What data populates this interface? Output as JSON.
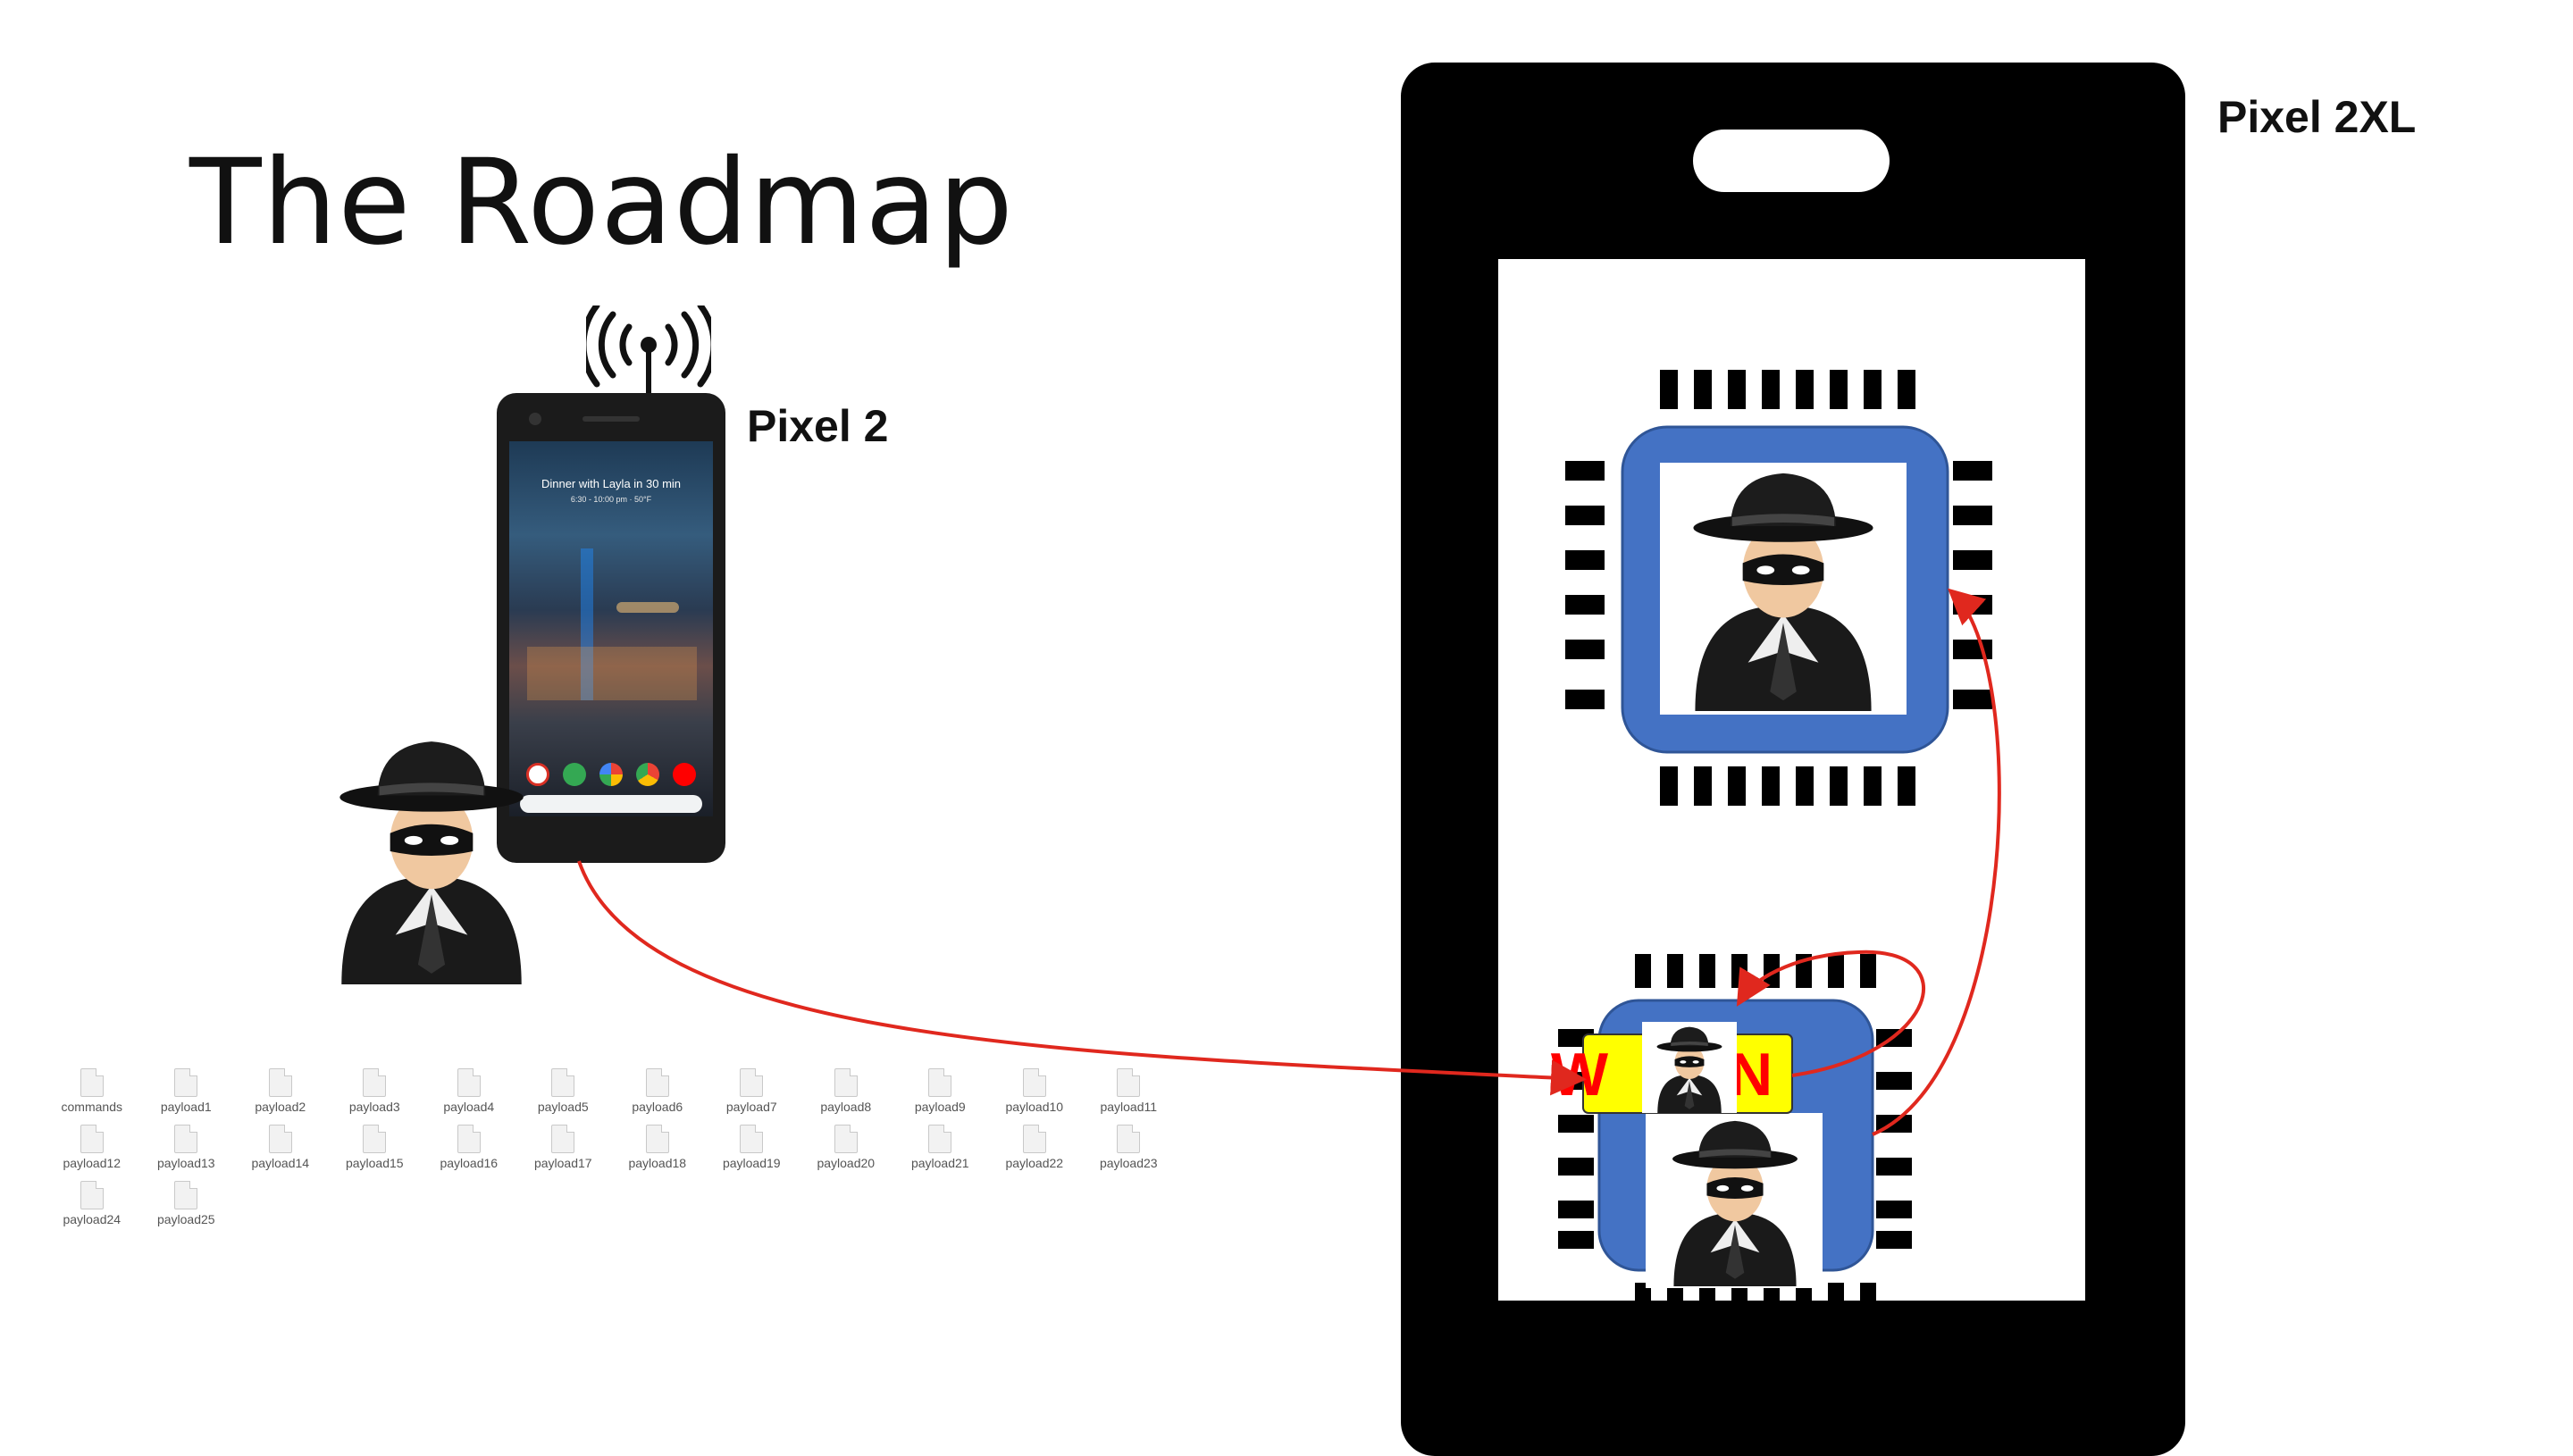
{
  "slide": {
    "title": "The Roadmap"
  },
  "devices": {
    "attacker_phone_label": "Pixel 2",
    "target_phone_label": "Pixel 2XL",
    "phone_screen": {
      "notification": "Dinner with Layla in 30 min",
      "notification_detail": "6:30 - 10:00 pm · 50°F"
    }
  },
  "win_banner": {
    "text": "WIN"
  },
  "files": {
    "items": [
      "commands",
      "payload1",
      "payload2",
      "payload3",
      "payload4",
      "payload5",
      "payload6",
      "payload7",
      "payload8",
      "payload9",
      "payload10",
      "payload11",
      "payload12",
      "payload13",
      "payload14",
      "payload15",
      "payload16",
      "payload17",
      "payload18",
      "payload19",
      "payload20",
      "payload21",
      "payload22",
      "payload23",
      "payload24",
      "payload25"
    ]
  },
  "colors": {
    "chip_blue": "#4472c4",
    "arrow_red": "#e0281e",
    "banner_yellow": "#ffff00",
    "banner_text_red": "#ff0000"
  },
  "icons": {
    "attacker": "spy-icon",
    "signal": "broadcast-signal-icon",
    "file": "file-icon"
  }
}
